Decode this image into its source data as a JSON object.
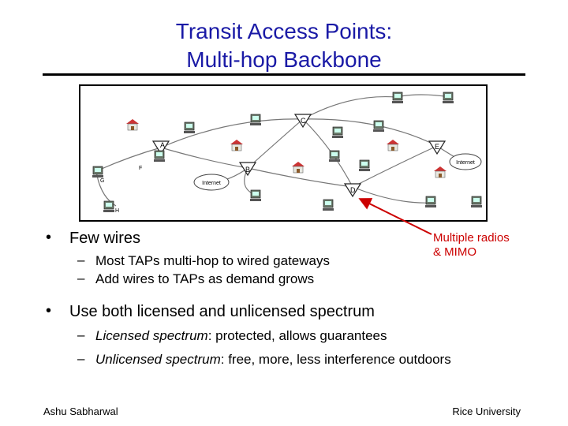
{
  "title": {
    "line1": "Transit Access Points:",
    "line2": "Multi-hop Backbone"
  },
  "figure": {
    "node_labels": [
      "A",
      "B",
      "C",
      "D",
      "E",
      "F",
      "G",
      "H"
    ],
    "internet_labels": [
      "Internet",
      "Internet"
    ]
  },
  "callout": {
    "line1": "Multiple radios",
    "line2": "& MIMO"
  },
  "bullets": [
    {
      "text": "Few wires",
      "subs": [
        "Most TAPs multi-hop to wired gateways",
        "Add wires to TAPs as demand grows"
      ]
    },
    {
      "text": "Use both licensed and unlicensed spectrum",
      "subs": [
        {
          "em": "Licensed spectrum",
          "rest": ": protected, allows guarantees"
        },
        {
          "em": "Unlicensed spectrum",
          "rest": ": free, more, less interference outdoors"
        }
      ]
    }
  ],
  "footer": {
    "left": "Ashu Sabharwal",
    "right": "Rice University"
  },
  "colors": {
    "title": "#1a1aa6",
    "callout": "#cc0000"
  }
}
